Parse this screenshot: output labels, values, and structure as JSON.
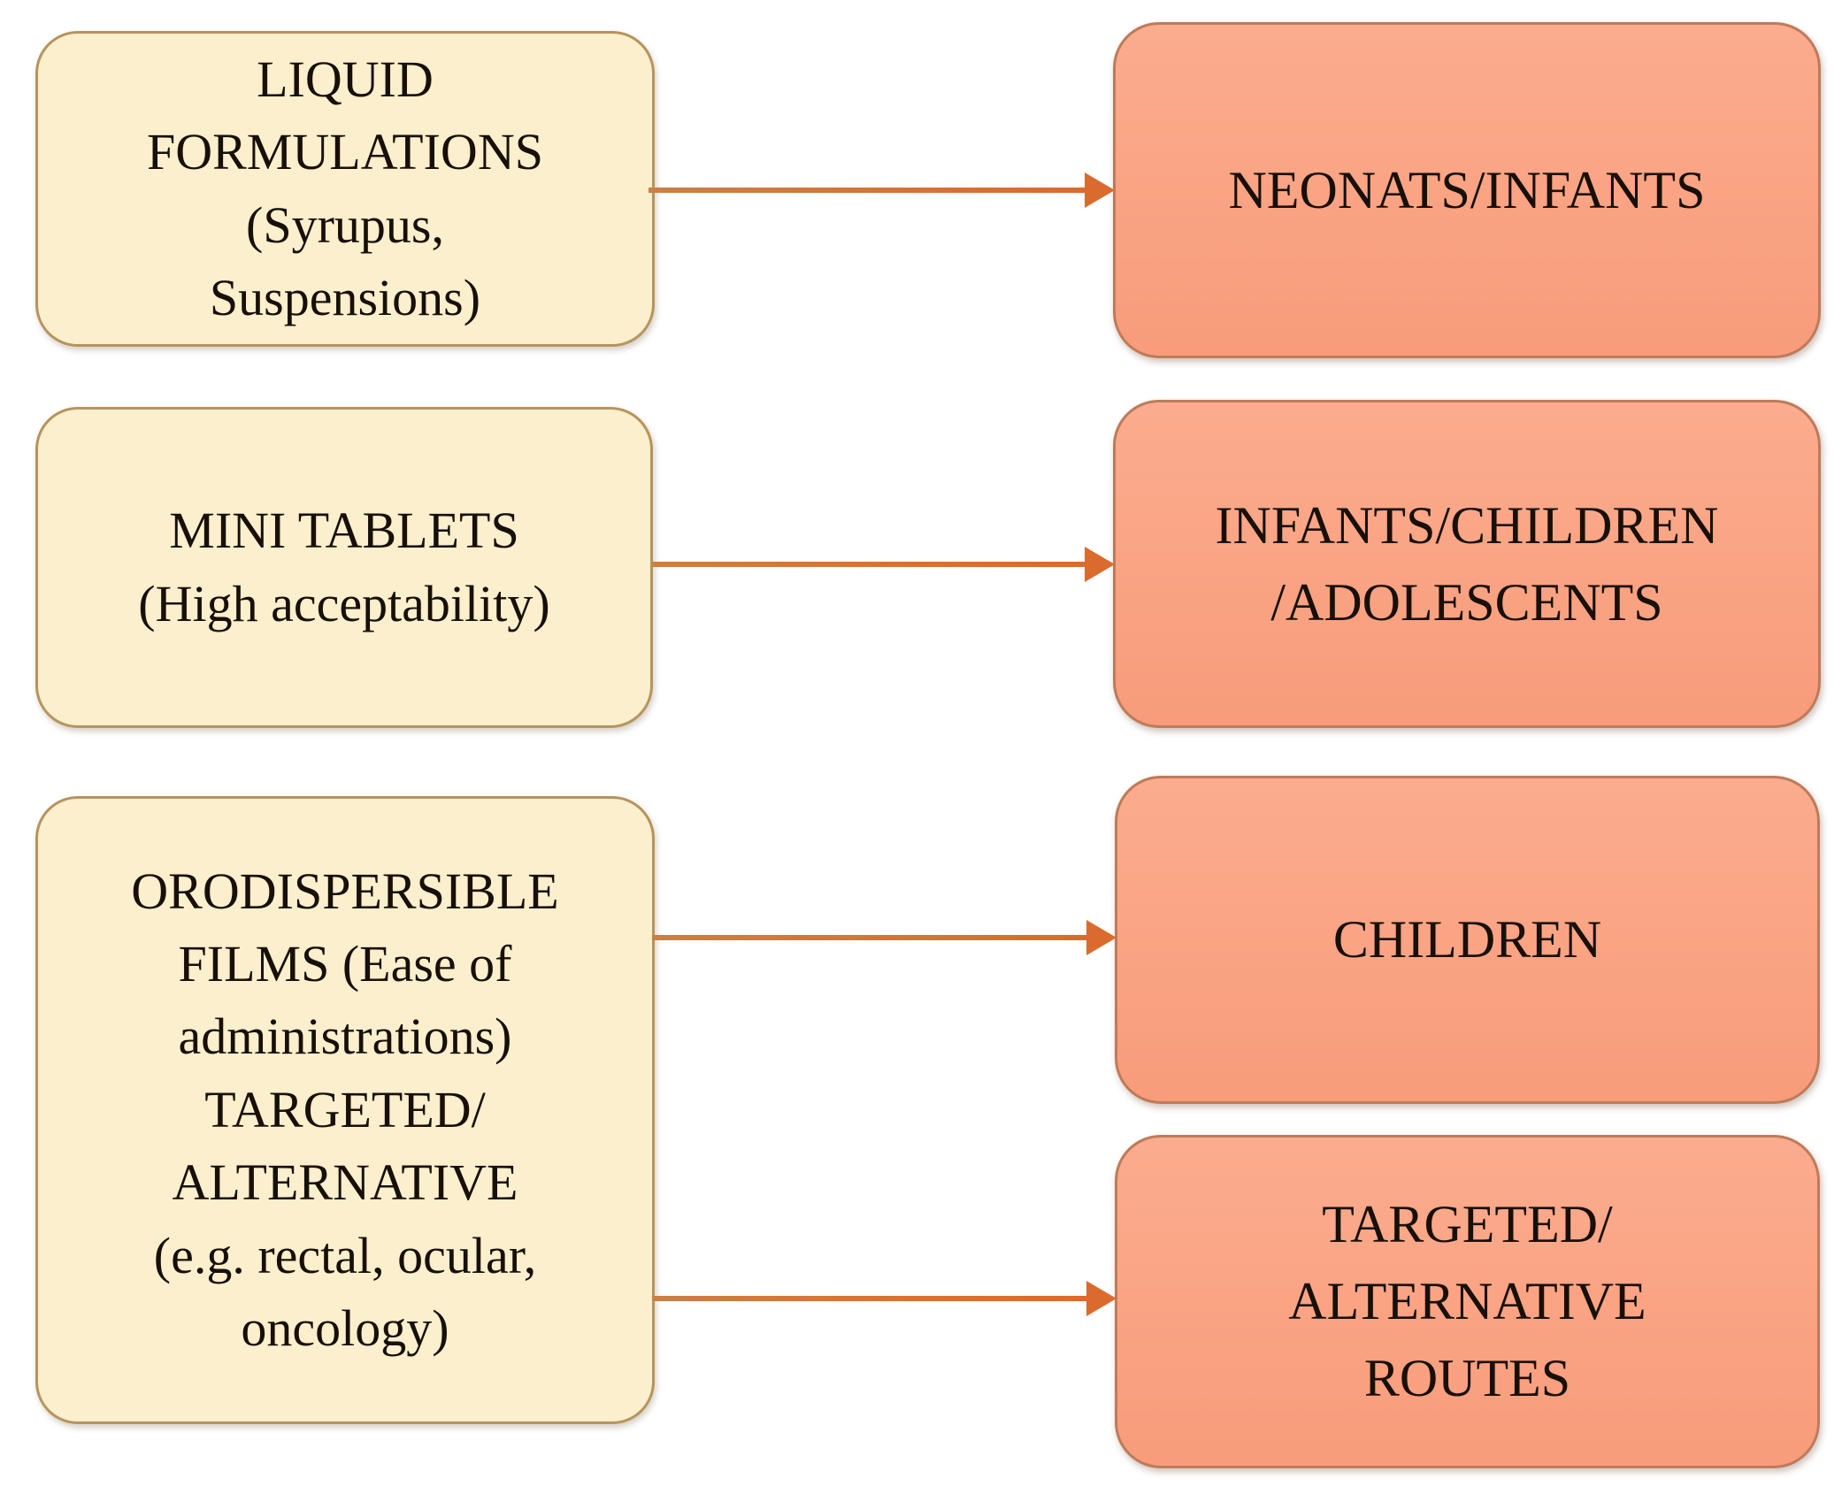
{
  "diagram": {
    "type": "flowchart",
    "description": "Pediatric drug formulation types mapped to target age groups",
    "boxes": {
      "liquid_formulations": {
        "label": "LIQUID\nFORMULATIONS\n(Syrupus,\nSuspensions)"
      },
      "mini_tablets": {
        "label": "MINI TABLETS\n(High acceptability)"
      },
      "orodispersible": {
        "label": "ORODISPERSIBLE\nFILMS (Ease of\nadministrations)\nTARGETED/\nALTERNATIVE\n(e.g. rectal, ocular,\noncology)"
      },
      "neonats_infants": {
        "label": "NEONATS/INFANTS"
      },
      "infants_children_adolescents": {
        "label": "INFANTS/CHILDREN\n/ADOLESCENTS"
      },
      "children": {
        "label": "CHILDREN"
      },
      "targeted_alternative_routes": {
        "label": "TARGETED/\nALTERNATIVE\nROUTES"
      }
    },
    "connections": [
      {
        "from": "LIQUID FORMULATIONS (Syrupus, Suspensions)",
        "to": "NEONATS/INFANTS"
      },
      {
        "from": "MINI TABLETS (High acceptability)",
        "to": "INFANTS/CHILDREN/ADOLESCENTS"
      },
      {
        "from": "ORODISPERSIBLE FILMS (Ease of administrations) TARGETED/ALTERNATIVE (e.g. rectal, ocular, oncology)",
        "to": "CHILDREN"
      },
      {
        "from": "ORODISPERSIBLE FILMS (Ease of administrations) TARGETED/ALTERNATIVE (e.g. rectal, ocular, oncology)",
        "to": "TARGETED/ALTERNATIVE ROUTES"
      }
    ]
  },
  "colors": {
    "background": "#FFFFFF",
    "left_box_fill": "#FCEFCD",
    "left_box_border": "#B6945C",
    "right_box_fill_top": "#FBAC8E",
    "right_box_fill_bottom": "#F89C7B",
    "right_box_border": "#BE7B59",
    "arrow_shaft": "#C98046",
    "arrow_head": "#DB6A2F",
    "text": "#181008"
  }
}
